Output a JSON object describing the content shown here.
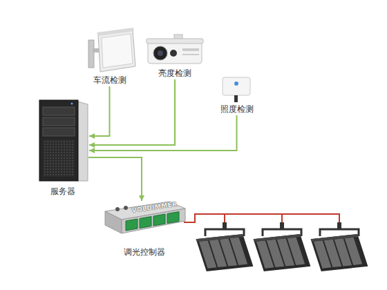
{
  "diagram": {
    "nodes": [
      {
        "text": [
          "车流检测"
        ]
      },
      {
        "text": [
          "亮度检测"
        ]
      },
      {
        "text": [
          "照度检测"
        ]
      },
      {
        "text": [
          "服务器"
        ]
      },
      {
        "text": [
          "调光控制器"
        ]
      }
    ],
    "edges": [
      {
        "from": 0,
        "to": 3,
        "arrow": "to"
      },
      {
        "from": 1,
        "to": 3,
        "arrow": "to"
      },
      {
        "from": 2,
        "to": 3,
        "arrow": "to"
      },
      {
        "from": 3,
        "to": 4,
        "arrow": "to"
      }
    ],
    "labels": [
      "VOLDIMMER"
    ]
  }
}
